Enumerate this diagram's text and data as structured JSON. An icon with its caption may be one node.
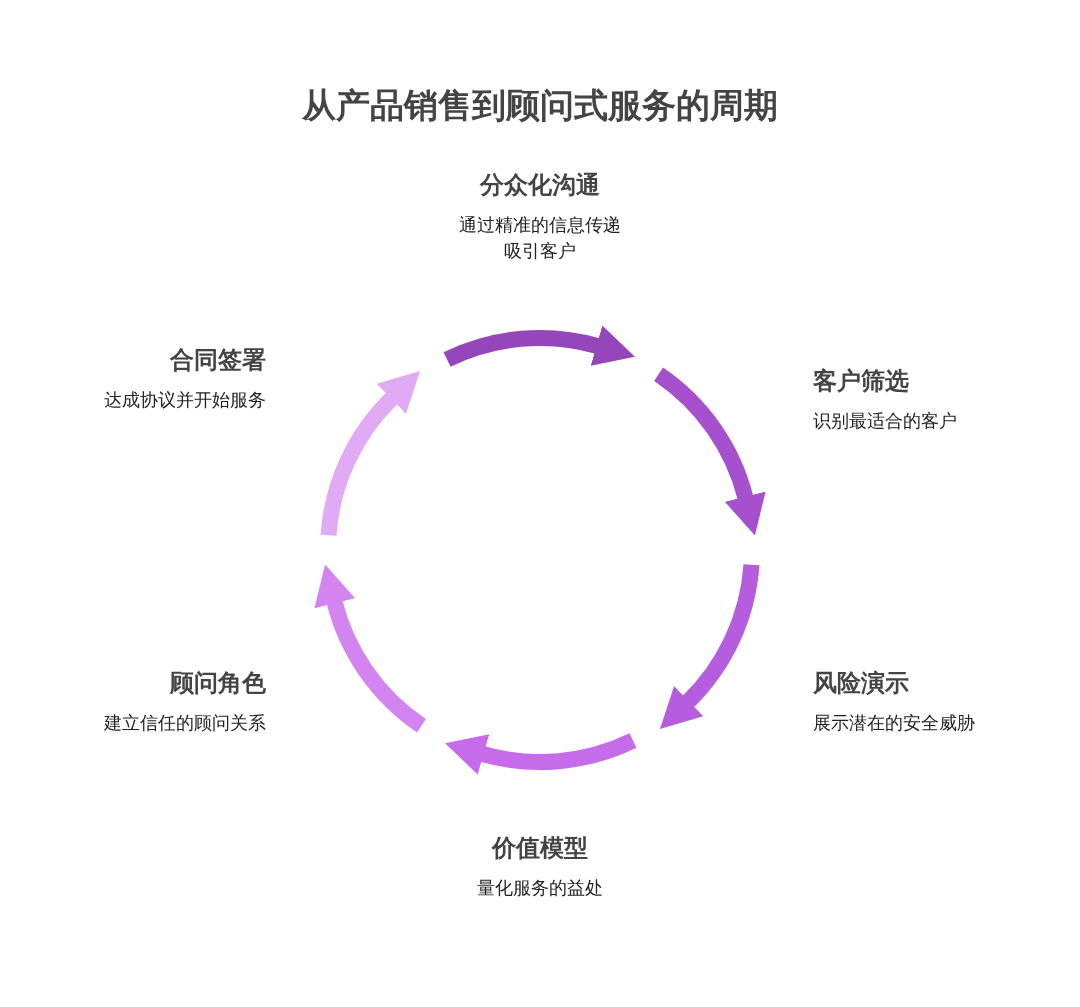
{
  "diagram": {
    "title": "从产品销售到顾问式服务的周期",
    "nodes": [
      {
        "text": [
          "分众化沟通",
          "通过精准的信息传递吸引客户"
        ]
      },
      {
        "text": [
          "客户筛选",
          "识别最适合的客户"
        ]
      },
      {
        "text": [
          "风险演示",
          "展示潜在的安全威胁"
        ]
      },
      {
        "text": [
          "价值模型",
          "量化服务的益处"
        ]
      },
      {
        "text": [
          "顾问角色",
          "建立信任的顾问关系"
        ]
      },
      {
        "text": [
          "合同签署",
          "达成协议并开始服务"
        ]
      }
    ]
  }
}
